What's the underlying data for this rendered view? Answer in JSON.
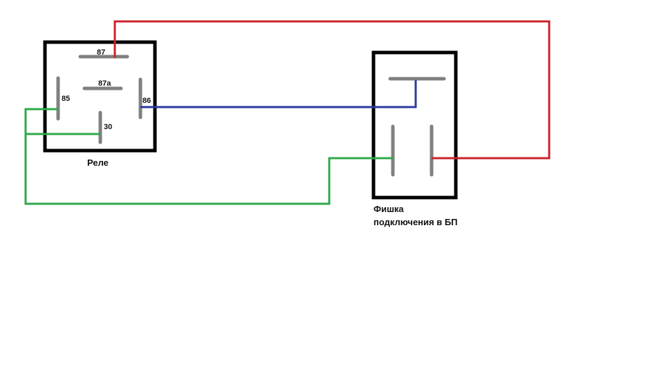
{
  "relay": {
    "caption": "Реле",
    "pins": {
      "p87": "87",
      "p87a": "87a",
      "p85": "85",
      "p86": "86",
      "p30": "30"
    }
  },
  "connector": {
    "caption_line1": "Фишка",
    "caption_line2": "подключения в БП"
  },
  "colors": {
    "frame": "#000000",
    "contact": "#808080",
    "wire_red": "#cc2229",
    "wire_blue": "#2b3a9e",
    "wire_green": "#2ea84a"
  }
}
